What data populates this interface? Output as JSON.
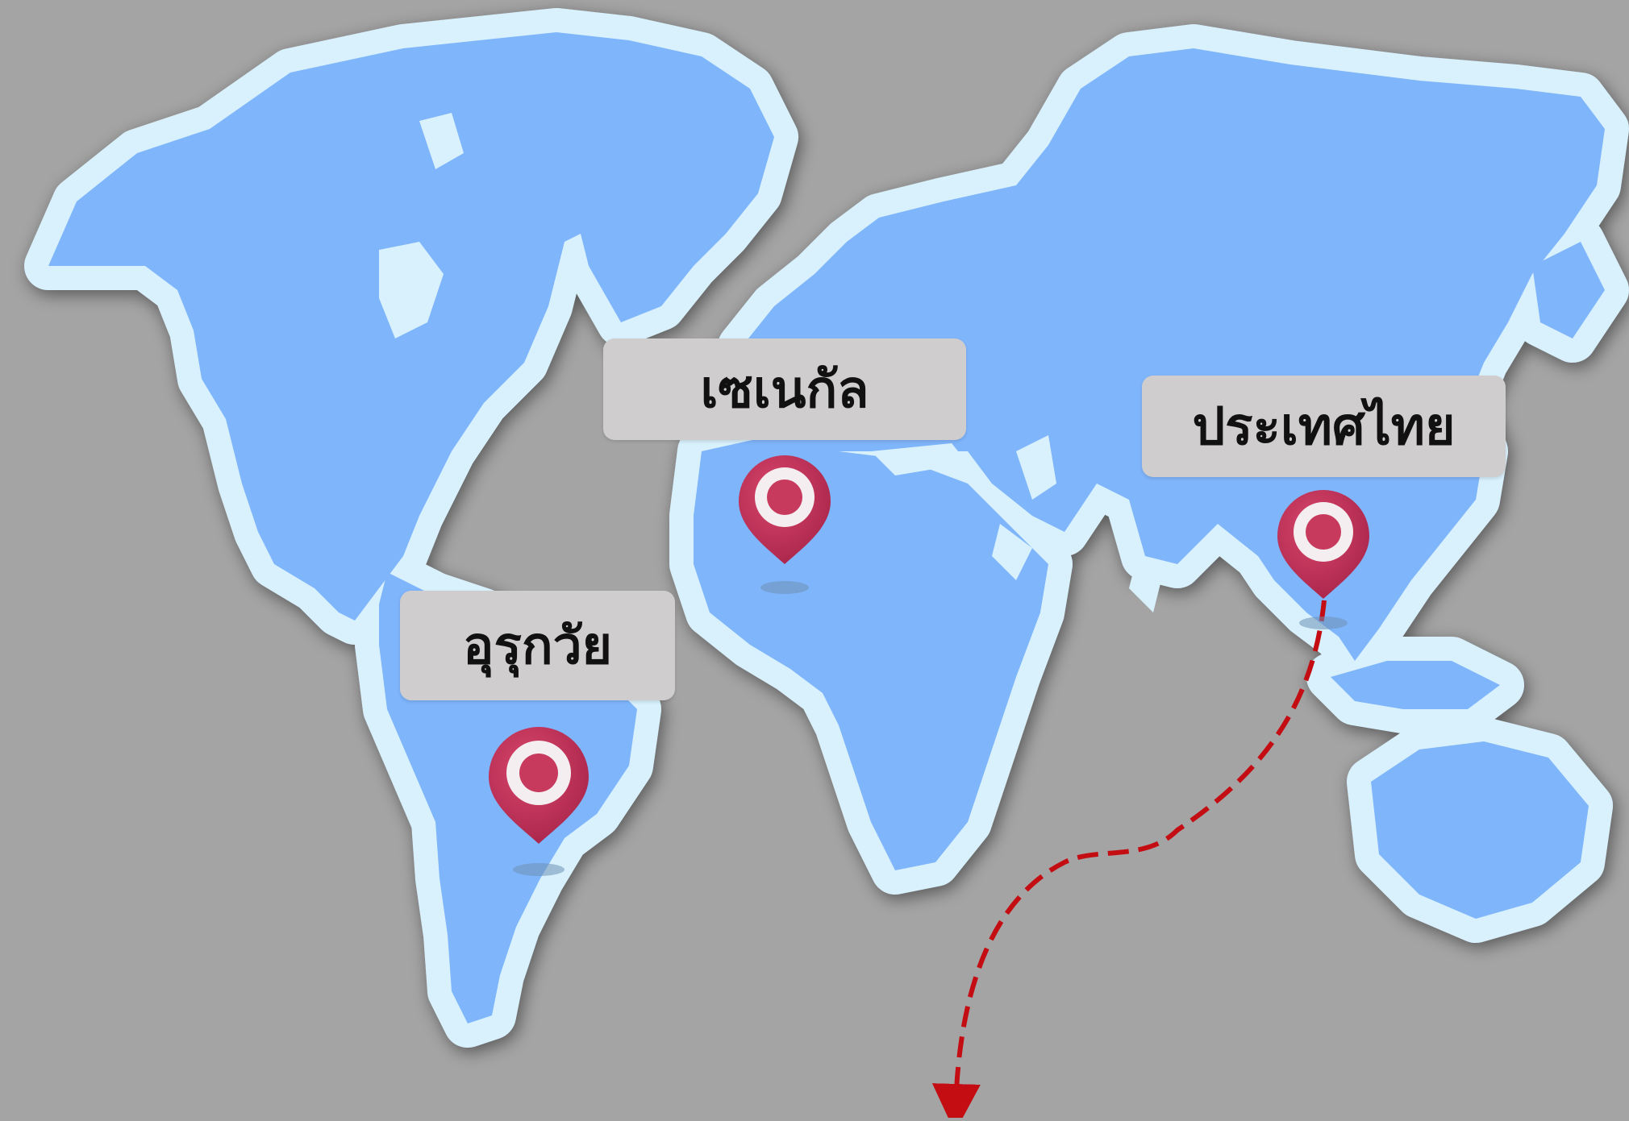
{
  "colors": {
    "background": "#a4a4a4",
    "land": "#7fb5fb",
    "coast_halo": "#d8f1fd",
    "label_box": "#cfcdce",
    "pin": "#c73a5d",
    "route": "#c40d12"
  },
  "map": {
    "type": "world-map",
    "markers": [
      {
        "id": "senegal",
        "label": "เซเนกัล",
        "icon": "map-pin-icon"
      },
      {
        "id": "thailand",
        "label": "ประเทศไทย",
        "icon": "map-pin-icon"
      },
      {
        "id": "uruguay",
        "label": "อุรุกวัย",
        "icon": "map-pin-icon"
      }
    ],
    "route": {
      "from": "thailand",
      "style": "dashed-arrow"
    }
  }
}
